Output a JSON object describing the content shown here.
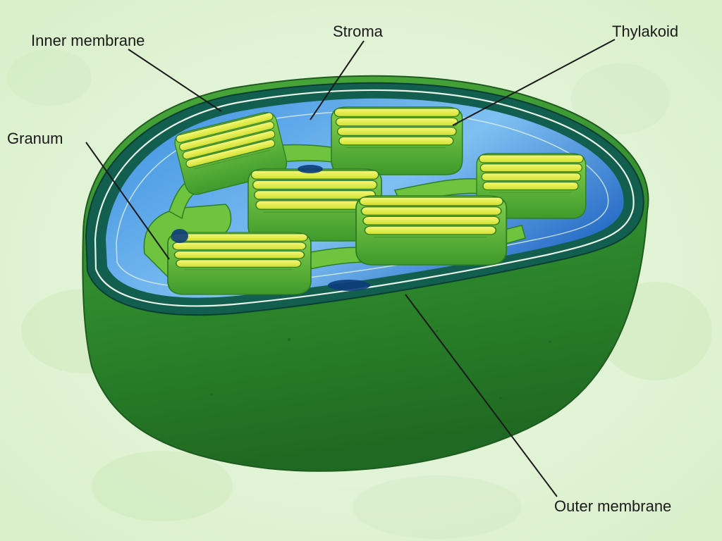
{
  "labels": {
    "inner_membrane": "Inner membrane",
    "stroma": "Stroma",
    "thylakoid": "Thylakoid",
    "granum": "Granum",
    "outer_membrane": "Outer membrane"
  },
  "colors": {
    "background": "#e3f4d8",
    "outer_membrane": "#2f8f2f",
    "inner_membrane": "#0f5e4e",
    "stroma": "#2f7fd4",
    "thylakoid_stack": "#ecef4a",
    "granum_body": "#6cc23c",
    "leader_line": "#1a1a1a"
  }
}
